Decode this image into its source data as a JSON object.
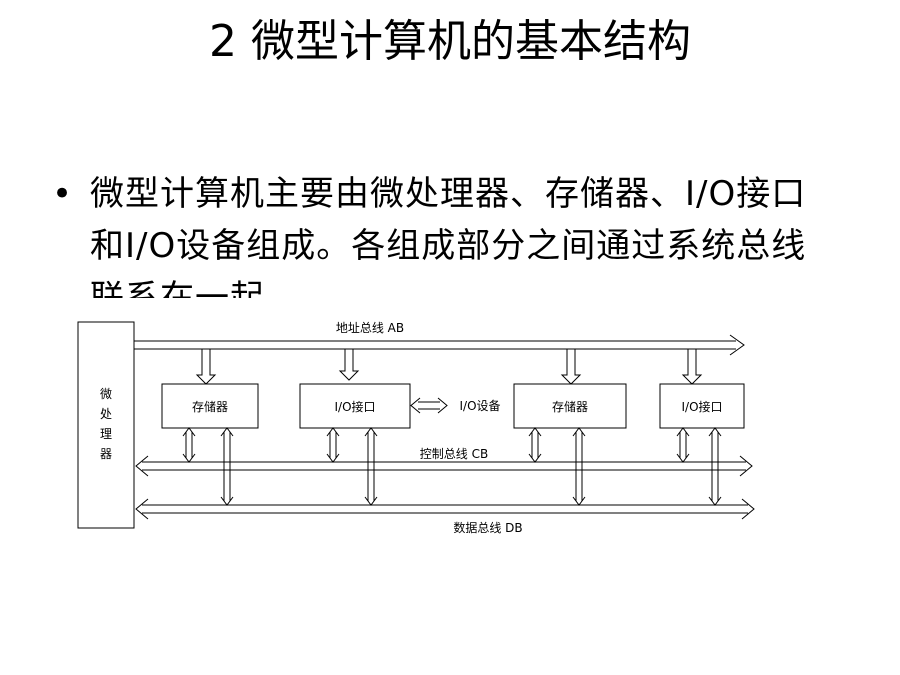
{
  "title": "2 微型计算机的基本结构",
  "bullet": {
    "text": "微型计算机主要由微处理器、存储器、I/O接口和I/O设备组成。各组成部分之间通过系统总线联系在一起"
  },
  "diagram": {
    "cpu_label": "微处理器",
    "address_bus": "地址总线 AB",
    "control_bus": "控制总线 CB",
    "data_bus": "数据总线 DB",
    "memory1": "存储器",
    "io_interface1": "I/O接口",
    "io_device": "I/O设备",
    "memory2": "存储器",
    "io_interface2": "I/O接口"
  },
  "colors": {
    "stroke": "#000000",
    "background": "#ffffff"
  }
}
